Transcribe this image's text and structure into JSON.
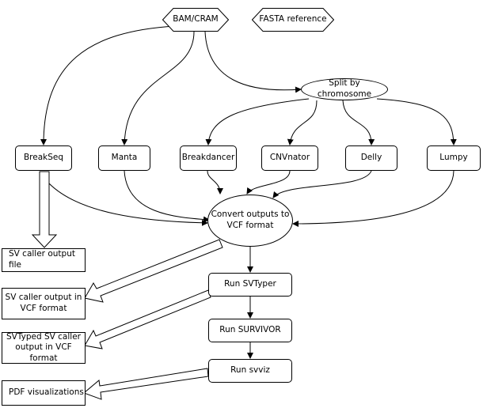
{
  "nodes": {
    "bam_cram": "BAM/CRAM",
    "fasta_reference": "FASTA reference",
    "split_by_chromosome": "Split by chromosome",
    "breakseq": "BreakSeq",
    "manta": "Manta",
    "breakdancer": "Breakdancer",
    "cnvnator": "CNVnator",
    "delly": "Delly",
    "lumpy": "Lumpy",
    "convert_outputs": "Convert outputs to\nVCF format",
    "sv_caller_output_file": "SV caller output file",
    "sv_caller_output_vcf": "SV caller output in\nVCF format",
    "svtyped_output_vcf": "SVTyped SV caller\noutput in VCF format",
    "pdf_visualizations": "PDF visualizations",
    "run_svtyper": "Run SVTyper",
    "run_survivor": "Run SURVIVOR",
    "run_svviz": "Run svviz"
  }
}
